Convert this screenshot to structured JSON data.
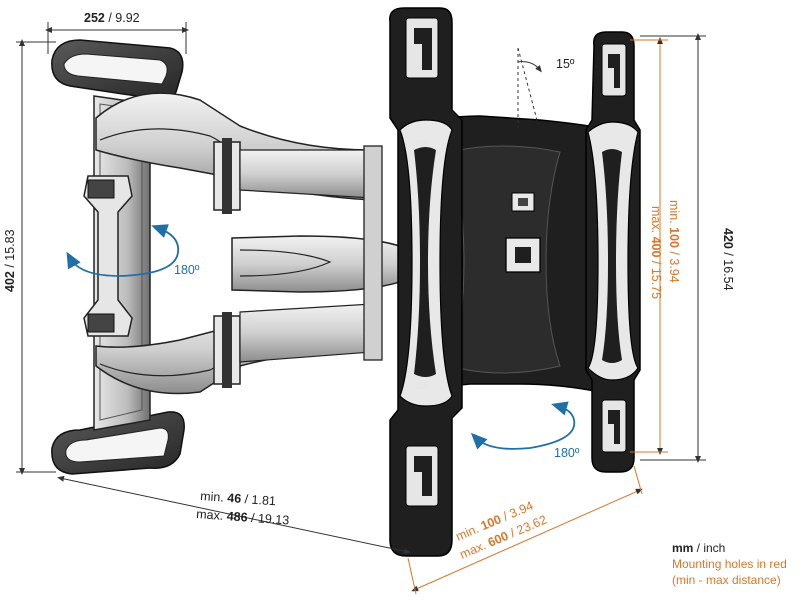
{
  "dimensions": {
    "top_width": {
      "mm": "252",
      "inch": "9.92",
      "sep": " / "
    },
    "height_left": {
      "mm": "402",
      "inch": "15.83",
      "sep": " / "
    },
    "height_right": {
      "mm": "420",
      "inch": "16.54",
      "sep": " / "
    },
    "extension_min": {
      "prefix": "min. ",
      "mm": "46",
      "inch": "1.81",
      "sep": " / "
    },
    "extension_max": {
      "prefix": "max. ",
      "mm": "486",
      "inch": "19.13",
      "sep": " / "
    },
    "vesa_vertical_min": {
      "prefix": "min. ",
      "mm": "100",
      "inch": "3.94",
      "sep": " / "
    },
    "vesa_vertical_max": {
      "prefix": "max. ",
      "mm": "400",
      "inch": "15.75",
      "sep": " / "
    },
    "vesa_horizontal_min": {
      "prefix": "min. ",
      "mm": "100",
      "inch": "3.94",
      "sep": " / "
    },
    "vesa_horizontal_max": {
      "prefix": "max. ",
      "mm": "600",
      "inch": "23.62",
      "sep": " / "
    }
  },
  "angles": {
    "tilt": "15º",
    "swivel_arm": "180º",
    "swivel_plate": "180º"
  },
  "legend": {
    "units_bold": "mm",
    "units_rest": " / inch",
    "line1": "Mounting holes in red",
    "line2": "(min - max distance)"
  },
  "colors": {
    "orange": "#d9772b",
    "blue": "#1f6fa8",
    "metal_dark": "#3a3a3a",
    "metal_light": "#d8d8d8"
  }
}
